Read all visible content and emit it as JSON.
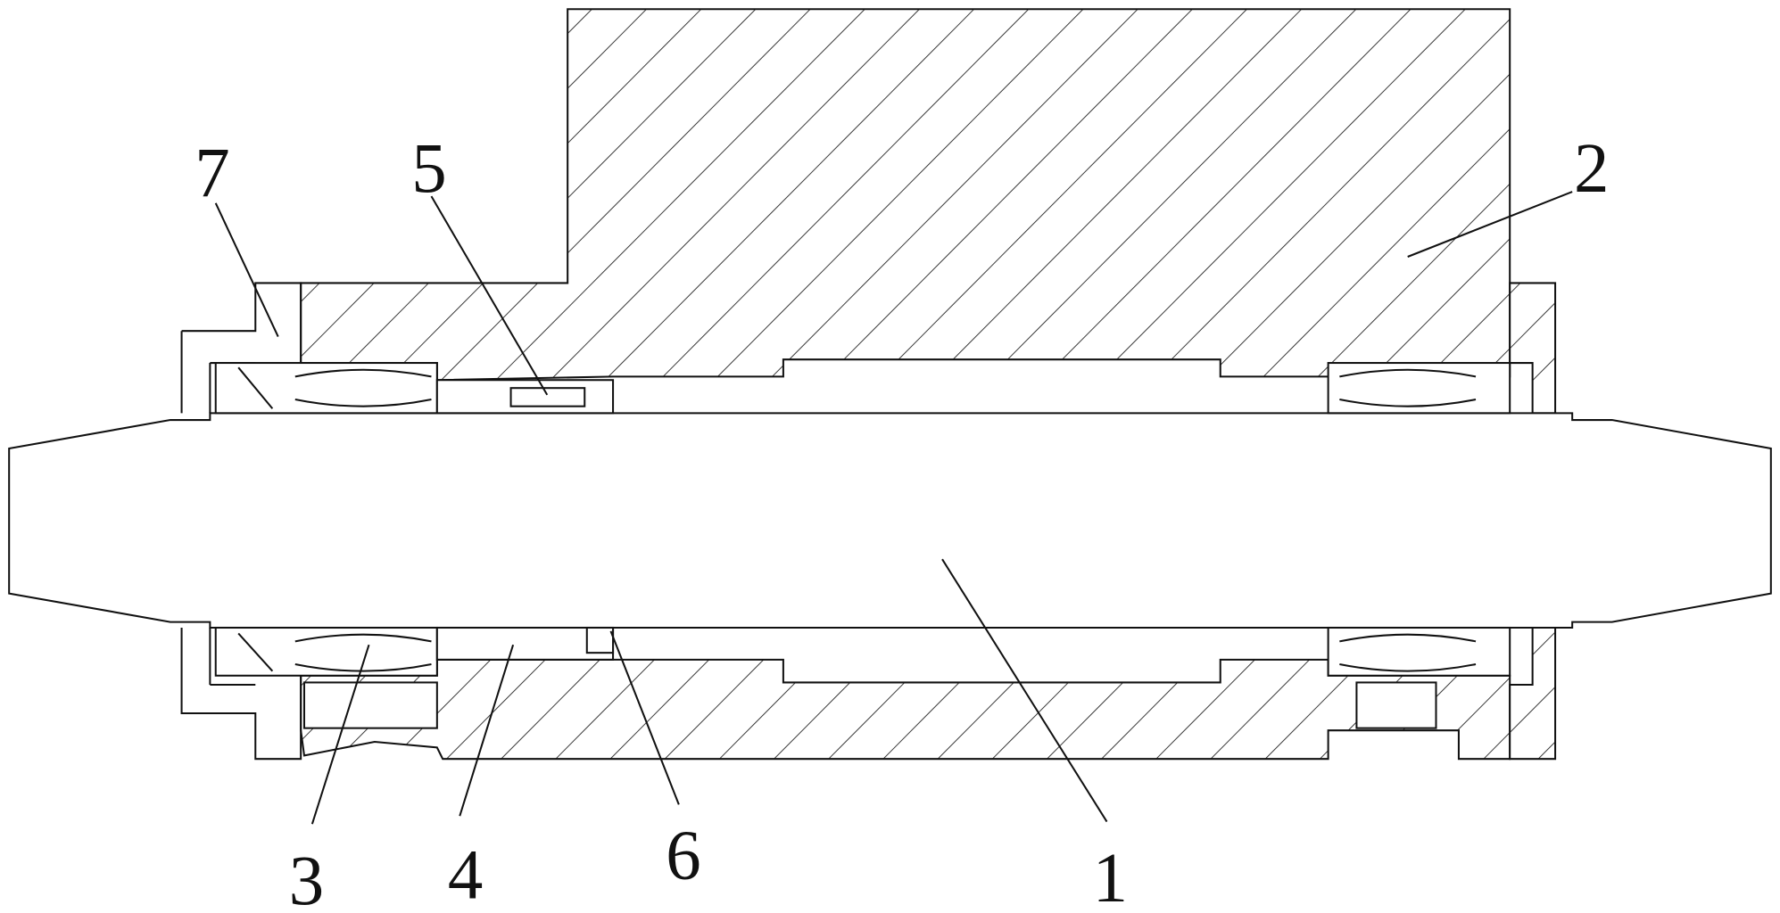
{
  "figure": {
    "labels": {
      "shaft": "1",
      "housing": "2",
      "bearing": "3",
      "spacer": "4",
      "key": "5",
      "shoulder": "6",
      "end_cap": "7"
    }
  }
}
